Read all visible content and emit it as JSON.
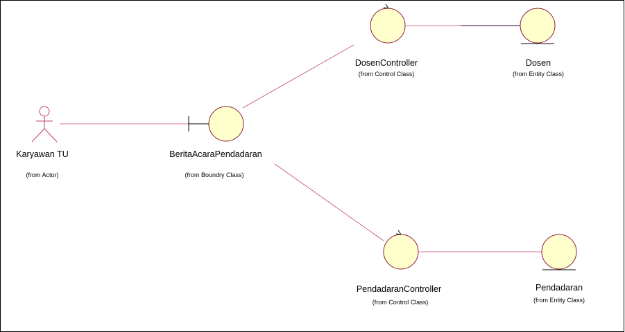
{
  "diagram": {
    "colors": {
      "association": "#c0407a",
      "association_dark": "#400050",
      "element_fill": "#ffffcc",
      "element_stroke": "#8b1a3c"
    },
    "actor": {
      "name": "Karyawan TU",
      "from": "(from Actor)",
      "icon": "actor-stick-figure-icon"
    },
    "boundary": {
      "name": "BeritaAcaraPendadaran",
      "from": "(from Boundry Class)",
      "icon": "boundary-class-icon"
    },
    "controllers": [
      {
        "name": "DosenController",
        "from": "(from Control Class)",
        "icon": "control-class-icon"
      },
      {
        "name": "PendadaranController",
        "from": "(from Control Class)",
        "icon": "control-class-icon"
      }
    ],
    "entities": [
      {
        "name": "Dosen",
        "from": "(from Entity Class)",
        "icon": "entity-class-icon"
      },
      {
        "name": "Pendadaran",
        "from": "(from Entity Class)",
        "icon": "entity-class-icon"
      }
    ]
  }
}
